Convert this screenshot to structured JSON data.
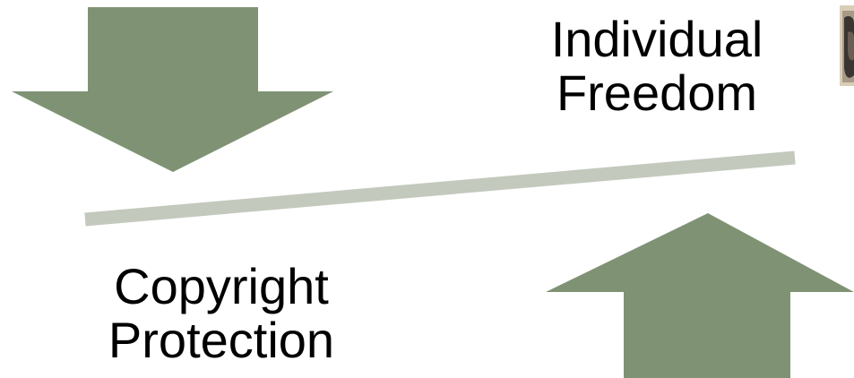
{
  "labels": {
    "freedom": {
      "line1": "Individual",
      "line2": "Freedom"
    },
    "copyright": {
      "line1": "Copyright",
      "line2": "Protection"
    }
  },
  "colors": {
    "arrow": "#7f9374",
    "beam": "#c3c9bd",
    "text": "#000000",
    "background": "#ffffff"
  },
  "icons": {
    "down_arrow": "down-arrow-icon",
    "up_arrow": "up-arrow-icon",
    "photo": "photo-fragment"
  }
}
